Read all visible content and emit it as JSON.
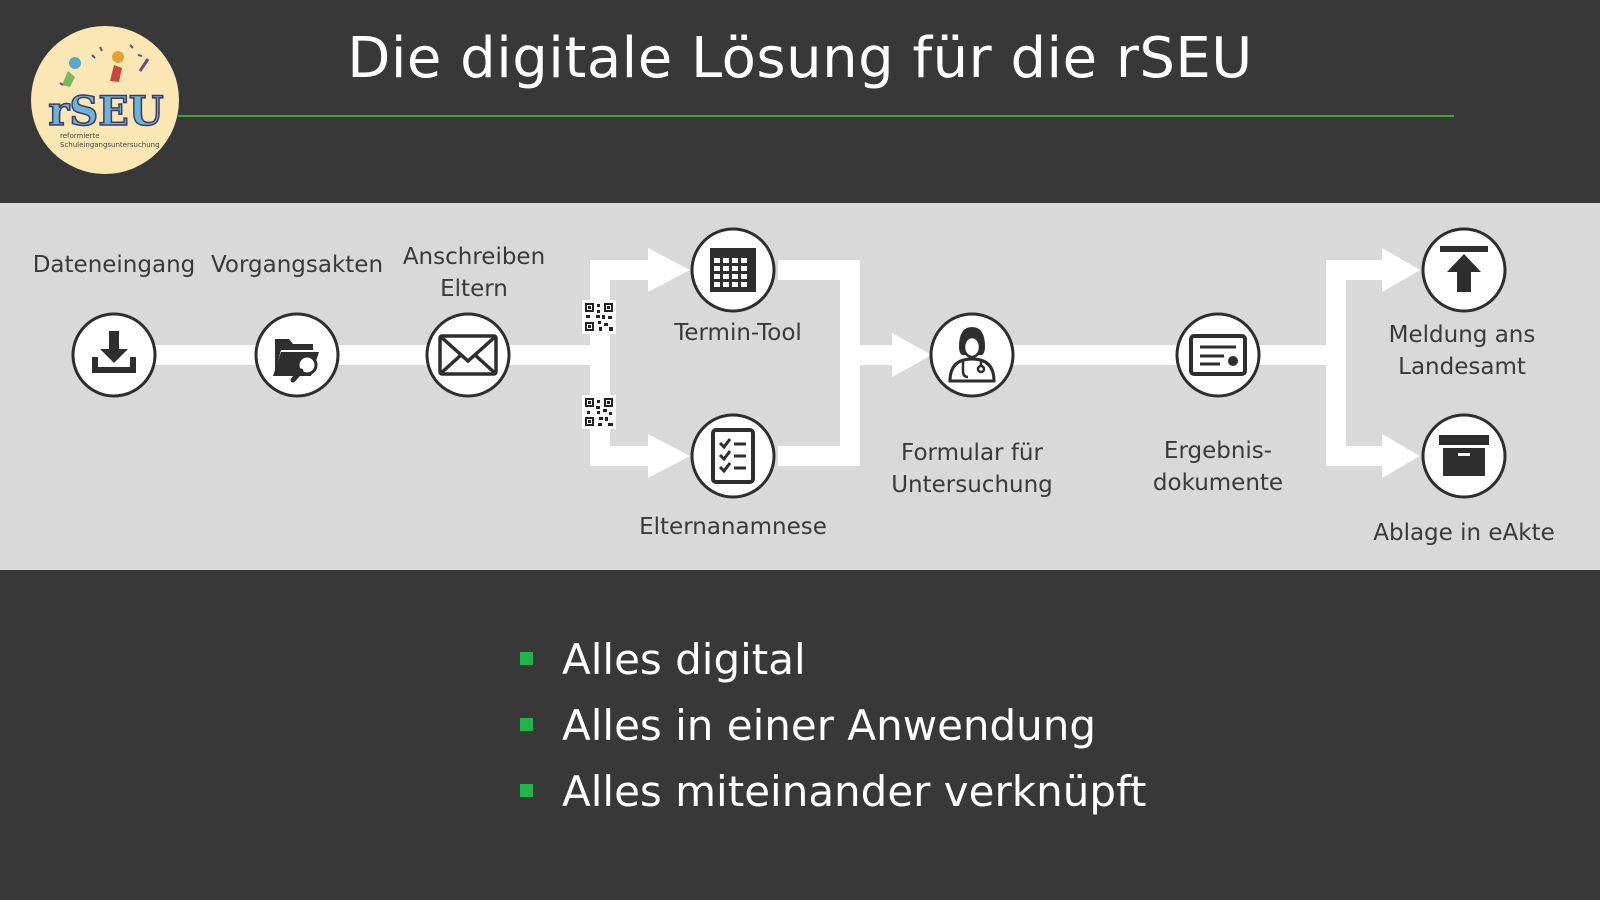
{
  "title": "Die digitale Lösung für die rSEU",
  "logo": {
    "text": "rSEU",
    "subtitle_line1": "reformierte",
    "subtitle_line2": "Schuleingangsuntersuchung"
  },
  "steps": [
    {
      "label": "Dateneingang",
      "icon": "download-icon"
    },
    {
      "label": "Vorgangsakten",
      "icon": "folder-search-icon"
    },
    {
      "label": "Anschreiben\nEltern",
      "icon": "envelope-icon"
    },
    {
      "label": "Termin-Tool",
      "icon": "calendar-icon"
    },
    {
      "label": "Elternanamnese",
      "icon": "checklist-icon"
    },
    {
      "label": "Formular für\nUntersuchung",
      "icon": "doctor-icon"
    },
    {
      "label": "Ergebnis-\ndokumente",
      "icon": "certificate-icon"
    },
    {
      "label": "Meldung ans\nLandesamt",
      "icon": "upload-icon"
    },
    {
      "label": "Ablage in eAkte",
      "icon": "archive-box-icon"
    }
  ],
  "bullets": [
    "Alles digital",
    "Alles in einer Anwendung",
    "Alles miteinander verknüpft"
  ],
  "colors": {
    "background": "#383838",
    "band": "#d9d9d9",
    "accent_green": "#22b34a",
    "logo_bg": "#fbe7b4"
  }
}
